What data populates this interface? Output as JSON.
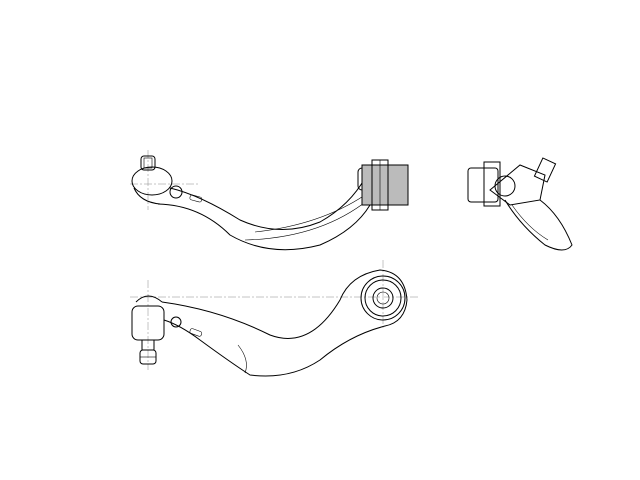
{
  "drawing": {
    "subject": "control-arm",
    "views": [
      "side-view",
      "top-view",
      "end-view"
    ],
    "stroke_color": "#000000",
    "background_color": "#ffffff"
  }
}
